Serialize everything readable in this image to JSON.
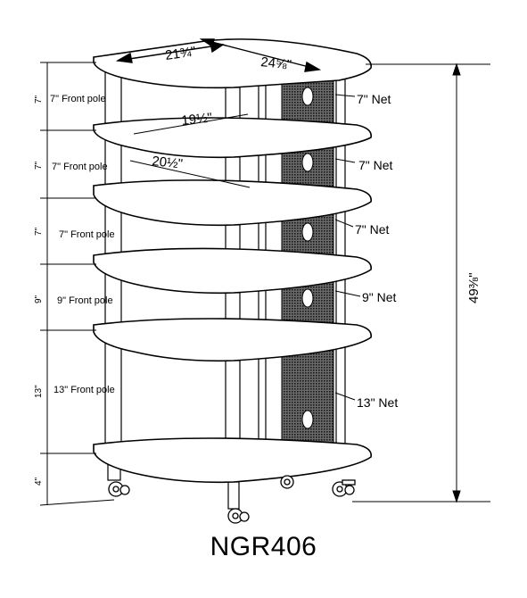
{
  "model": "NGR406",
  "dimensions": {
    "width": "21¾\"",
    "diagonal": "24⅝\"",
    "shelf_depth_upper": "19½\"",
    "shelf_depth_lower": "20½\"",
    "total_height": "49⅜\""
  },
  "front_pole_labels": [
    "7\" Front pole",
    "7\" Front pole",
    "7\" Front pole",
    "9\" Front pole",
    "13\" Front pole"
  ],
  "net_labels": [
    "7\" Net",
    "7\" Net",
    "7\" Net",
    "9\" Net",
    "13\" Net"
  ],
  "vertical_dims": [
    "7\"",
    "7\"",
    "7\"",
    "9\"",
    "13\"",
    "4\""
  ]
}
